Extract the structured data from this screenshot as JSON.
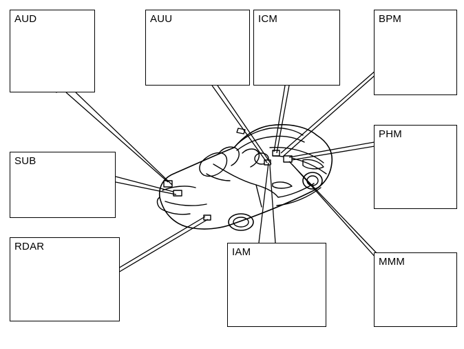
{
  "modules": {
    "aud": {
      "label": "AUD"
    },
    "auu": {
      "label": "AUU"
    },
    "icm": {
      "label": "ICM"
    },
    "bpm": {
      "label": "BPM"
    },
    "sub": {
      "label": "SUB"
    },
    "phm": {
      "label": "PHM"
    },
    "rdar": {
      "label": "RDAR"
    },
    "iam": {
      "label": "IAM"
    },
    "mmm": {
      "label": "MMM"
    }
  }
}
